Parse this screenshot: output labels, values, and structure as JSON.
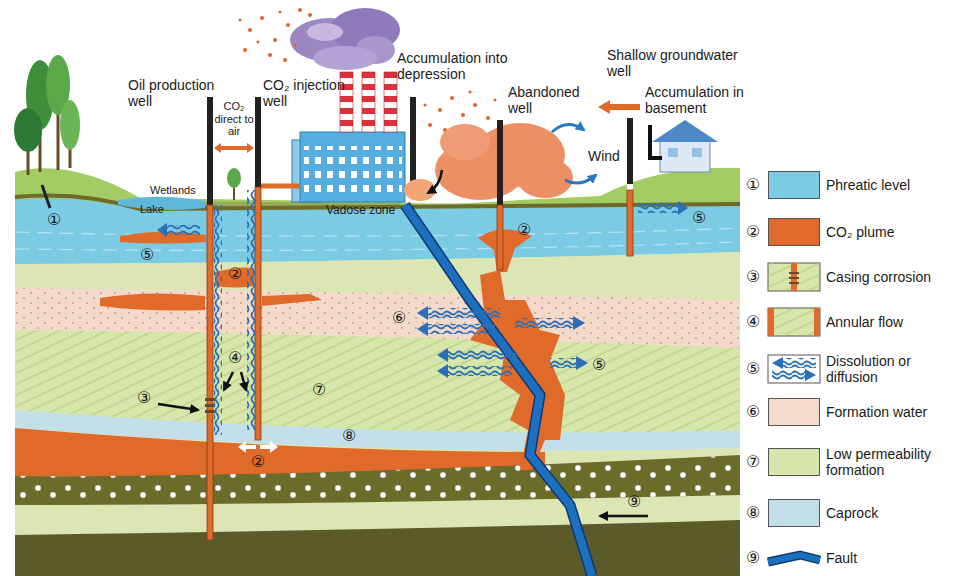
{
  "diagram": {
    "labels": [
      "Oil production well",
      "CO₂ direct to air",
      "CO₂ injection well",
      "Accumulation into depression",
      "Abandoned well",
      "Shallow groundwater well",
      "Accumulation in basement",
      "Wind",
      "Wetlands",
      "Lake",
      "Vadose zone",
      "①",
      "⑤",
      "②",
      "④",
      "③",
      "②",
      "⑥",
      "⑦",
      "⑧",
      "⑤",
      "②",
      "⑤",
      "⑨",
      "①",
      "②",
      "③",
      "④",
      "⑤",
      "⑥",
      "⑦",
      "⑧",
      "⑨"
    ],
    "legend": [
      {
        "text": "Phreatic level",
        "color": "#7ccbe4"
      },
      {
        "text": "CO₂ plume",
        "color": "#e06a2a"
      },
      {
        "text": "Casing corrosion"
      },
      {
        "text": "Annular flow"
      },
      {
        "text": "Dissolution or diffusion"
      },
      {
        "text": "Formation water",
        "color": "#f4dacb"
      },
      {
        "text": "Low permeability formation",
        "color": "#d7e6aa"
      },
      {
        "text": "Caprock",
        "color": "#c3dfea"
      },
      {
        "text": "Fault"
      }
    ]
  }
}
